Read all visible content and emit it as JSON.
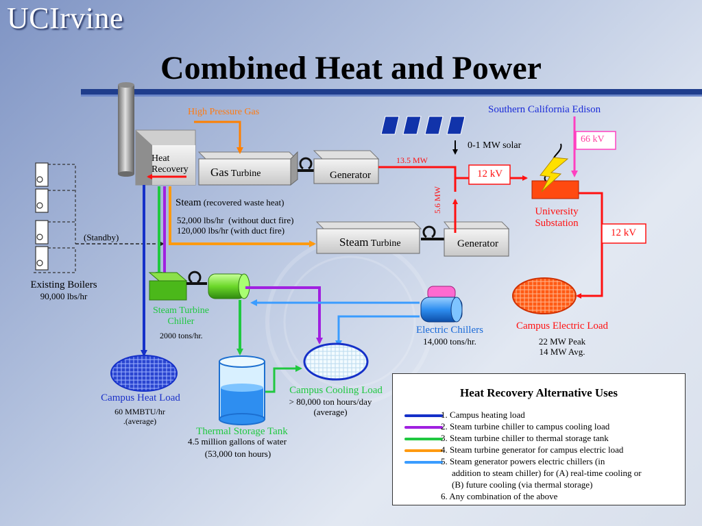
{
  "logo": "UCIrvine",
  "title": "Combined Heat and Power",
  "colors": {
    "heat": "#1530c8",
    "cooling": "#a020e0",
    "storage": "#20c840",
    "electric": "#ff9a10",
    "chillers": "#3a9cff",
    "power": "#ff1010",
    "gas": "#ff8000",
    "background": "#8fa3cf"
  },
  "labels": {
    "high_pressure_gas": "High Pressure Gas",
    "sce": "Southern California Edison",
    "kv66": "66 kV",
    "solar": "0-1 MW solar",
    "mw135": "13.5 MW",
    "kv12_top": "12 kV",
    "mw56": "5.6 MW",
    "heat_recovery": "Heat\nRecovery",
    "gas_turbine_word": "Gas",
    "gas_turbine_sub": " Turbine",
    "generator_gas": "Generator",
    "university_substation": "University\nSubstation",
    "kv12_right": "12 kV",
    "steam_word": "Steam",
    "steam_note": " (recovered waste heat)",
    "steam_rates": "52,000 lbs/hr  (without duct fire)\n120,000 lbs/hr (with duct fire)",
    "standby": "(Standby)",
    "steam_turbine_word": "Steam",
    "steam_turbine_sub": " Turbine",
    "generator_steam": "Generator",
    "existing_boilers": "Existing Boilers",
    "boilers_rate": "90,000 lbs/hr",
    "steam_turbine_chiller": "Steam Turbine\nChiller",
    "chiller_tons": "2000 tons/hr.",
    "electric_chillers": "Electric Chillers",
    "electric_chillers_tons": "14,000 tons/hr.",
    "campus_electric_load": "Campus Electric Load",
    "electric_load_stats": "22 MW Peak\n14 MW Avg.",
    "campus_heat_load": "Campus Heat Load",
    "heat_load_stats": "60 MMBTU/hr\n.(average)",
    "campus_cooling_load": "Campus Cooling Load",
    "cooling_load_stats": "> 80,000 ton hours/day\n(average)",
    "thermal_storage_tank": "Thermal Storage Tank",
    "storage_water": "4.5 million gallons of water",
    "storage_tonhours": "(53,000 ton hours)"
  },
  "legend": {
    "title": "Heat Recovery Alternative Uses",
    "items": [
      {
        "color": "#1530c8",
        "text": "1.  Campus heating load"
      },
      {
        "color": "#a020e0",
        "text": "2.  Steam turbine chiller to campus cooling load"
      },
      {
        "color": "#20c840",
        "text": "3.  Steam turbine chiller to thermal storage tank"
      },
      {
        "color": "#ff9a10",
        "text": "4.  Steam turbine generator for campus electric load"
      },
      {
        "color": "#3a9cff",
        "text": "5. Steam generator powers electric chillers (in"
      },
      {
        "color": "",
        "text": "addition to steam chiller) for (A) real-time cooling or"
      },
      {
        "color": "",
        "text": "(B) future cooling (via thermal storage)"
      },
      {
        "color": "",
        "text": "6.  Any combination of the above"
      }
    ]
  }
}
